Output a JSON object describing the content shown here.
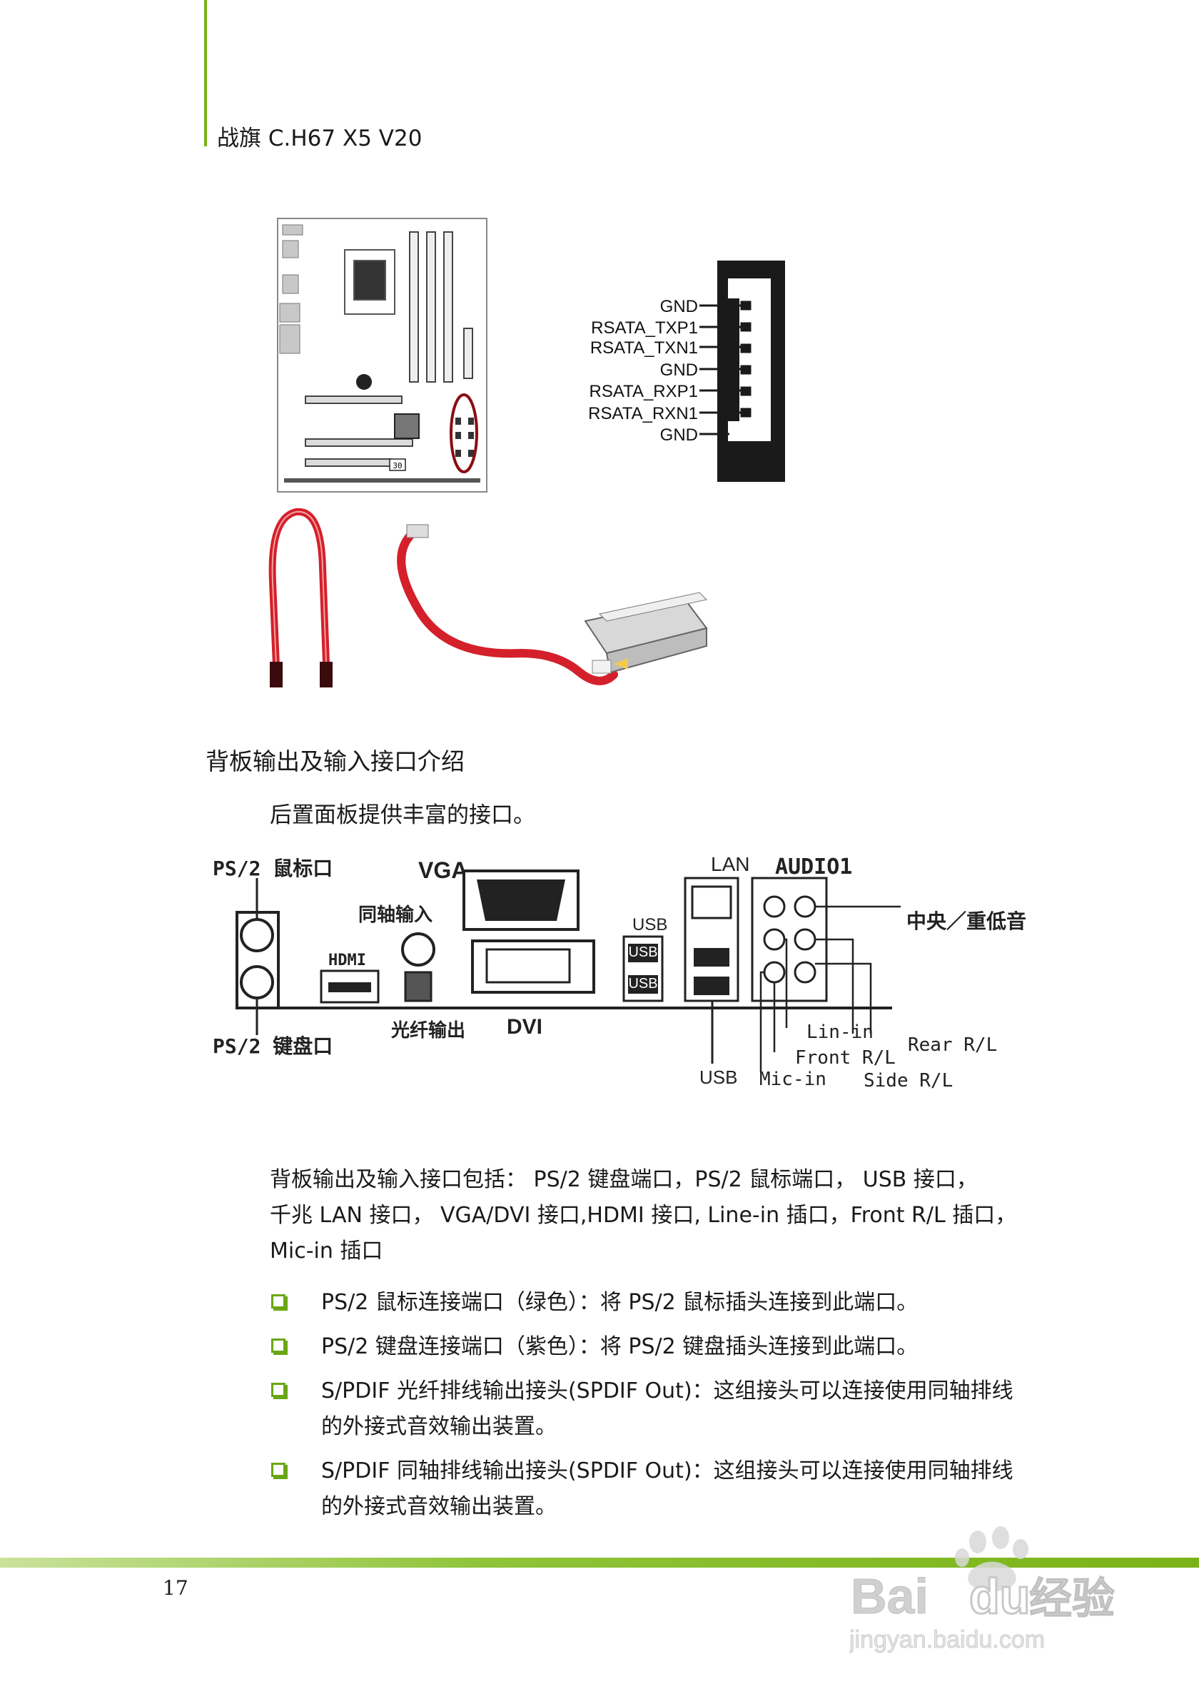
{
  "header": {
    "title": "战旗 C.H67 X5 V20"
  },
  "sata_pinout": {
    "pins": [
      "GND",
      "RSATA_TXP1",
      "RSATA_TXN1",
      "GND",
      "RSATA_RXP1",
      "RSATA_RXN1",
      "GND"
    ]
  },
  "motherboard": {
    "label_30": "30"
  },
  "section": {
    "title": "背板输出及输入接口介绍",
    "intro": "后置面板提供丰富的接口。"
  },
  "io_panel": {
    "ps2_mouse": "PS/2 鼠标口",
    "ps2_keyboard": "PS/2 键盘口",
    "vga": "VGA",
    "coax_in": "同轴输入",
    "hdmi": "HDMI",
    "optical_out": "光纤输出",
    "dvi": "DVI",
    "lan": "LAN",
    "audio": "AUDIO1",
    "usb_top": "USB",
    "usb_port_1": "USB",
    "usb_port_2": "USB",
    "usb_bottom": "USB",
    "center_sub": "中央／重低音",
    "line_in": "Lin-in",
    "front_rl": "Front R/L",
    "mic_in": "Mic-in",
    "rear_rl": "Rear R/L",
    "side_rl": "Side R/L"
  },
  "paragraph": {
    "line1": "背板输出及输入接口包括： PS/2 键盘端口，PS/2 鼠标端口，  USB 接口，",
    "line2": "千兆 LAN 接口，  VGA/DVI 接口,HDMI 接口, Line-in 插口，Front R/L 插口，",
    "line3": "Mic-in 插口"
  },
  "bullets": [
    {
      "line1": "PS/2  鼠标连接端口（绿色）：将  PS/2  鼠标插头连接到此端口。",
      "line2": ""
    },
    {
      "line1": "PS/2  键盘连接端口（紫色）：将  PS/2  键盘插头连接到此端口。",
      "line2": ""
    },
    {
      "line1": "S/PDIF  光纤排线输出接头(SPDIF Out)：这组接头可以连接使用同轴排线",
      "line2": "的外接式音效输出装置。"
    },
    {
      "line1": "S/PDIF  同轴排线输出接头(SPDIF Out)：这组接头可以连接使用同轴排线",
      "line2": "的外接式音效输出装置。"
    }
  ],
  "footer": {
    "page_number": "17"
  },
  "watermark": {
    "brand": "Bai",
    "brand_suffix": "du",
    "cn": "经验",
    "url": "jingyan.baidu.com"
  },
  "colors": {
    "accent_green": "#7ab317",
    "cable_red": "#d4202a",
    "bullet_green": "#6aa614",
    "highlight_circle": "#8b0d12"
  }
}
